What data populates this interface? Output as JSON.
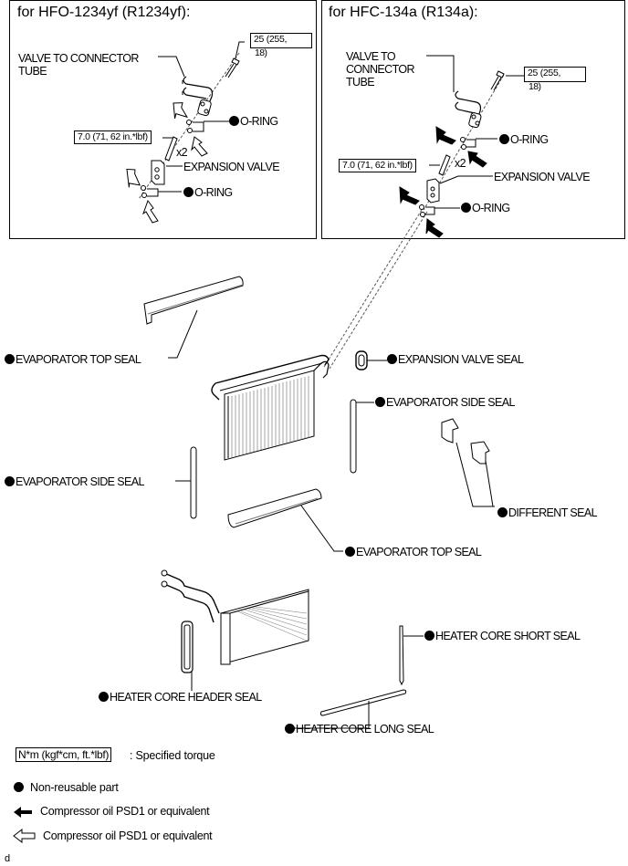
{
  "panels": {
    "hfo": {
      "title": "for HFO-1234yf (R1234yf):",
      "valve_tube_label": "VALVE TO CONNECTOR TUBE",
      "valve_tube_line1": "VALVE TO CONNECTOR",
      "valve_tube_line2": "TUBE",
      "torque_top_line1": "25 (255,",
      "torque_top_line2": "18)",
      "torque_bolt": "7.0 (71, 62 in.*lbf)",
      "qty": "x2",
      "o_ring_upper": "O-RING",
      "expansion_valve": "EXPANSION VALVE",
      "o_ring_lower": "O-RING",
      "arrow_style": "hollow"
    },
    "hfc": {
      "title": "for HFC-134a (R134a):",
      "valve_tube_line1": "VALVE TO",
      "valve_tube_line2": "CONNECTOR",
      "valve_tube_line3": "TUBE",
      "torque_top_line1": "25 (255,",
      "torque_top_line2": "18)",
      "torque_bolt": "7.0 (71, 62 in.*lbf)",
      "qty": "x2",
      "o_ring_upper": "O-RING",
      "expansion_valve": "EXPANSION VALVE",
      "o_ring_lower": "O-RING",
      "arrow_style": "solid"
    }
  },
  "parts": {
    "evaporator_top_seal_upper": "EVAPORATOR TOP SEAL",
    "expansion_valve_seal": "EXPANSION VALVE SEAL",
    "evaporator_side_seal_right": "EVAPORATOR SIDE SEAL",
    "evaporator_side_seal_left": "EVAPORATOR SIDE SEAL",
    "different_seal": "DIFFERENT SEAL",
    "evaporator_top_seal_lower": "EVAPORATOR TOP SEAL",
    "heater_core_short_seal": "HEATER CORE SHORT SEAL",
    "heater_core_header_seal": "HEATER CORE HEADER SEAL",
    "heater_core_long_seal": "HEATER CORE LONG SEAL"
  },
  "legend": {
    "torque_unit": "N*m (kgf*cm, ft.*lbf)",
    "torque_desc": ": Specified torque",
    "non_reusable": "Non-reusable part",
    "solid_arrow_desc": "Compressor oil PSD1 or equivalent",
    "hollow_arrow_desc": "Compressor oil PSD1 or equivalent",
    "non_reusable_icon": "filled-circle-icon",
    "solid_arrow_icon": "solid-arrow-left-icon",
    "hollow_arrow_icon": "hollow-arrow-left-icon"
  },
  "footer_mark": "d"
}
